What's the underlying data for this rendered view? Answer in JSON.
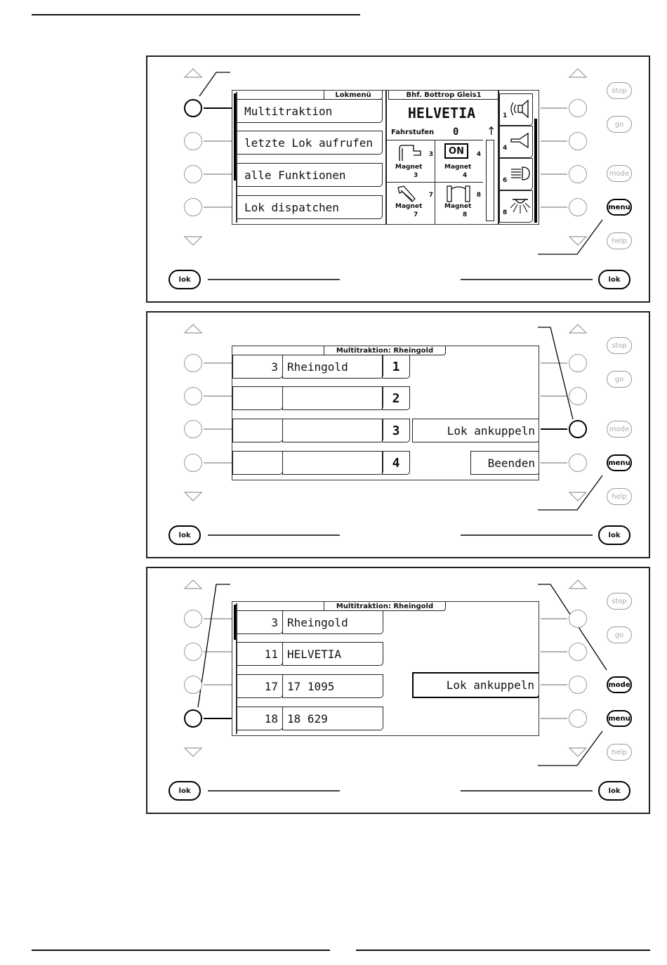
{
  "buttons": {
    "lok": "lok",
    "stop": "stop",
    "go": "go",
    "mode": "mode",
    "menu": "menu",
    "help": "help"
  },
  "screen1": {
    "menu_title": "Lokmenü",
    "menu_items": [
      "Multitraktion",
      "letzte Lok aufrufen",
      "alle Funktionen",
      "Lok dispatchen"
    ],
    "station": "Bhf. Bottrop Gleis1",
    "loco_name": "HELVETIA",
    "speed_label": "Fahrstufen",
    "speed_value": "0",
    "magnets": [
      {
        "label": "Magnet",
        "num": "3",
        "corner": "3"
      },
      {
        "label": "Magnet",
        "num": "4",
        "corner": "4"
      },
      {
        "label": "Magnet",
        "num": "7",
        "corner": "7"
      },
      {
        "label": "Magnet",
        "num": "8",
        "corner": "8"
      }
    ],
    "on_badge": "ON",
    "functions": [
      "1",
      "4",
      "6",
      "8"
    ]
  },
  "screen2": {
    "title": "Multitraktion: Rheingold",
    "rows": [
      {
        "address": "3",
        "name": "Rheingold",
        "slot": "1"
      },
      {
        "address": "",
        "name": "",
        "slot": "2"
      },
      {
        "address": "",
        "name": "",
        "slot": "3"
      },
      {
        "address": "",
        "name": "",
        "slot": "4"
      }
    ],
    "action": "Lok ankuppeln",
    "exit": "Beenden"
  },
  "screen3": {
    "title": "Multitraktion: Rheingold",
    "rows": [
      {
        "address": "3",
        "name": "Rheingold"
      },
      {
        "address": "11",
        "name": "HELVETIA"
      },
      {
        "address": "17",
        "name": "17 1095"
      },
      {
        "address": "18",
        "name": "18 629"
      }
    ],
    "action": "Lok ankuppeln"
  }
}
